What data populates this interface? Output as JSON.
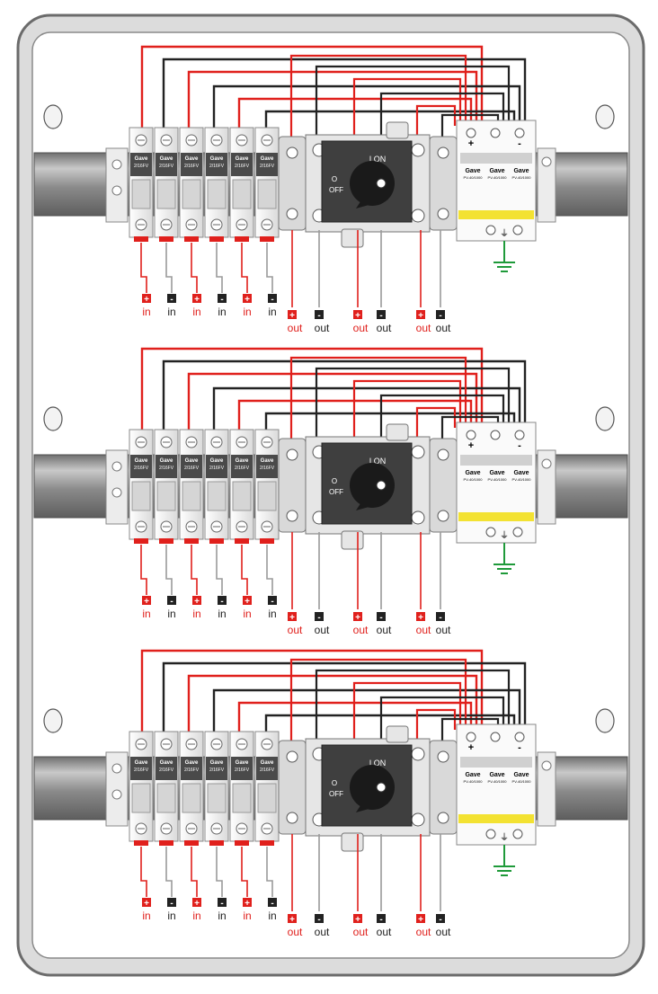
{
  "labels": {
    "in": "in",
    "out": "out",
    "plus": "+",
    "minus": "-",
    "on": "I ON",
    "off_o": "O",
    "off": "OFF",
    "brand": "Gave",
    "spd_model": "PV-40/1000",
    "mcb_rating": "2/16FV",
    "ground": "⏚"
  },
  "rows": [
    {
      "id": "row-1",
      "input_polarities": [
        "plus",
        "minus",
        "plus",
        "minus",
        "plus",
        "minus"
      ],
      "output_polarities": [
        "plus",
        "minus",
        "plus",
        "minus",
        "plus",
        "minus"
      ]
    },
    {
      "id": "row-2",
      "input_polarities": [
        "plus",
        "minus",
        "plus",
        "minus",
        "plus",
        "minus"
      ],
      "output_polarities": [
        "plus",
        "minus",
        "plus",
        "minus",
        "plus",
        "minus"
      ]
    },
    {
      "id": "row-3",
      "input_polarities": [
        "plus",
        "minus",
        "plus",
        "minus",
        "plus",
        "minus"
      ],
      "output_polarities": [
        "plus",
        "minus",
        "plus",
        "minus",
        "plus",
        "minus"
      ]
    }
  ],
  "colors": {
    "positive": "#e0201c",
    "negative": "#222222",
    "neutral_wire": "#9a9a9a",
    "ground": "#1f9a3a",
    "spd_band": "#f3e232",
    "enclosure": "#e2e2e2",
    "rail": "#8c8c8c"
  }
}
